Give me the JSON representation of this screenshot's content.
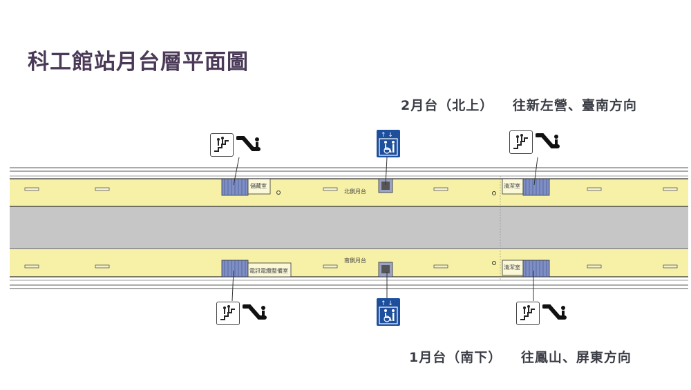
{
  "title": "科工館站月台層平面圖",
  "north_platform": {
    "label": "2月台（北上）",
    "direction": "往新左營、臺南方向",
    "platform_text": "北側月台"
  },
  "south_platform": {
    "label": "1月台（南下）",
    "direction": "往鳳山、屏東方向",
    "platform_text": "南側月台"
  },
  "rooms": {
    "north_left": "儲藏室",
    "north_right": "清潔室",
    "south_left": "電訊電纜整備室",
    "south_right": "清潔室"
  },
  "colors": {
    "platform": "#f6f1a6",
    "track": "#c6c6c6",
    "stairs": "#7f8fc4",
    "elevator_sign": "#1d4f9c",
    "title": "#4a3a57"
  },
  "icons": [
    "stairs-icon",
    "escalator-icon",
    "elevator-icon"
  ]
}
